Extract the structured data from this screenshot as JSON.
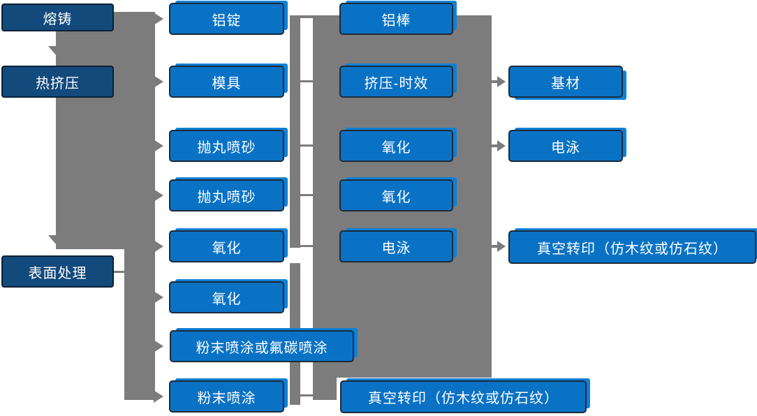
{
  "diagram": {
    "description": "Aluminum profile production process flowchart",
    "colors": {
      "stage_box_fill": "#134A7C",
      "process_box_fill": "#0A72C5",
      "process_box_highlight": "#0D80D6",
      "connector_gray": "#7C7C7C",
      "text": "#FFFFFF",
      "background": "#FFFFFF"
    }
  },
  "nodes": [
    {
      "id": "melting-casting",
      "label": "熔铸"
    },
    {
      "id": "hot-extrusion",
      "label": "热挤压"
    },
    {
      "id": "surface-treatment",
      "label": "表面处理"
    },
    {
      "id": "aluminum-ingot",
      "label": "铝锭"
    },
    {
      "id": "mold",
      "label": "模具"
    },
    {
      "id": "shot-blasting-1",
      "label": "抛丸喷砂"
    },
    {
      "id": "shot-blasting-2",
      "label": "抛丸喷砂"
    },
    {
      "id": "oxidation-1",
      "label": "氧化"
    },
    {
      "id": "oxidation-2",
      "label": "氧化"
    },
    {
      "id": "powder-or-fluorocarbon",
      "label": "粉末喷涂或氟碳喷涂"
    },
    {
      "id": "powder-coating",
      "label": "粉末喷涂"
    },
    {
      "id": "aluminum-rod",
      "label": "铝棒"
    },
    {
      "id": "extrusion-aging",
      "label": "挤压-时效"
    },
    {
      "id": "oxidation-3",
      "label": "氧化"
    },
    {
      "id": "oxidation-4",
      "label": "氧化"
    },
    {
      "id": "electrophoresis-1",
      "label": "电泳"
    },
    {
      "id": "vacuum-transfer-bottom",
      "label": "真空转印（仿木纹或仿石纹）"
    },
    {
      "id": "base-material",
      "label": "基材"
    },
    {
      "id": "electrophoresis-2",
      "label": "电泳"
    },
    {
      "id": "vacuum-transfer-right",
      "label": "真空转印（仿木纹或仿石纹）"
    }
  ]
}
